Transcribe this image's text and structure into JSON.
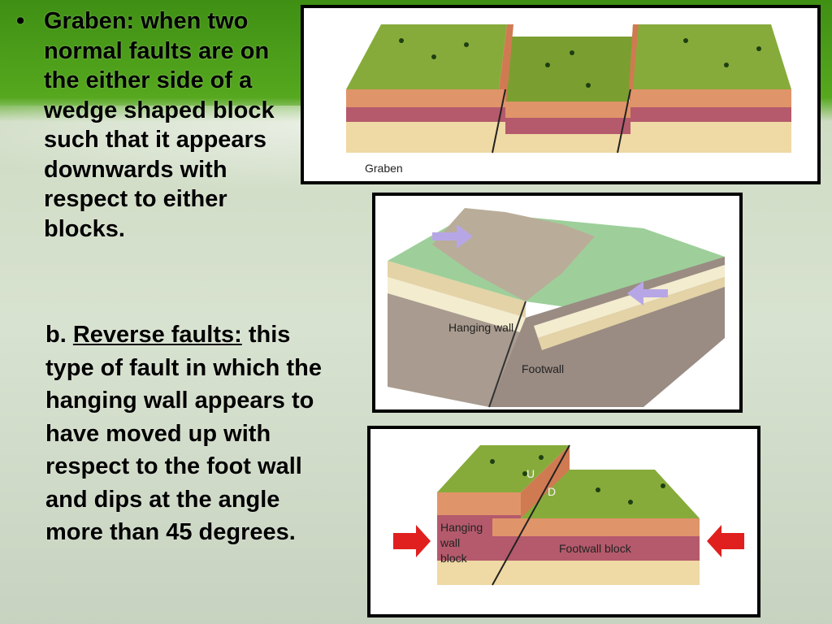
{
  "slide": {
    "bullet_symbol": "•",
    "graben_paragraph": "Graben: when two normal faults are on the either side of a wedge shaped block such that it appears downwards with respect to either blocks.",
    "reverse_prefix": "b. ",
    "reverse_term": "Reverse faults:",
    "reverse_paragraph": " this type of fault in which the hanging wall appears to have moved up with respect to the foot wall and dips at the angle more than 45 degrees."
  },
  "figures": {
    "graben": {
      "label": "Graben"
    },
    "reverse_3d": {
      "hanging_wall": "Hanging wall",
      "footwall": "Footwall"
    },
    "reverse_block": {
      "up": "U",
      "down": "D",
      "hanging_1": "Hanging",
      "hanging_2": "wall",
      "hanging_3": "block",
      "footwall_block": "Footwall block"
    }
  },
  "colors": {
    "grass": "#7fa635",
    "soil_top": "#d98a5a",
    "stripe": "#b0566a",
    "sand": "#efd9a4",
    "arrow_red": "#e0201e",
    "arrow_violet": "#b7a6e6"
  }
}
